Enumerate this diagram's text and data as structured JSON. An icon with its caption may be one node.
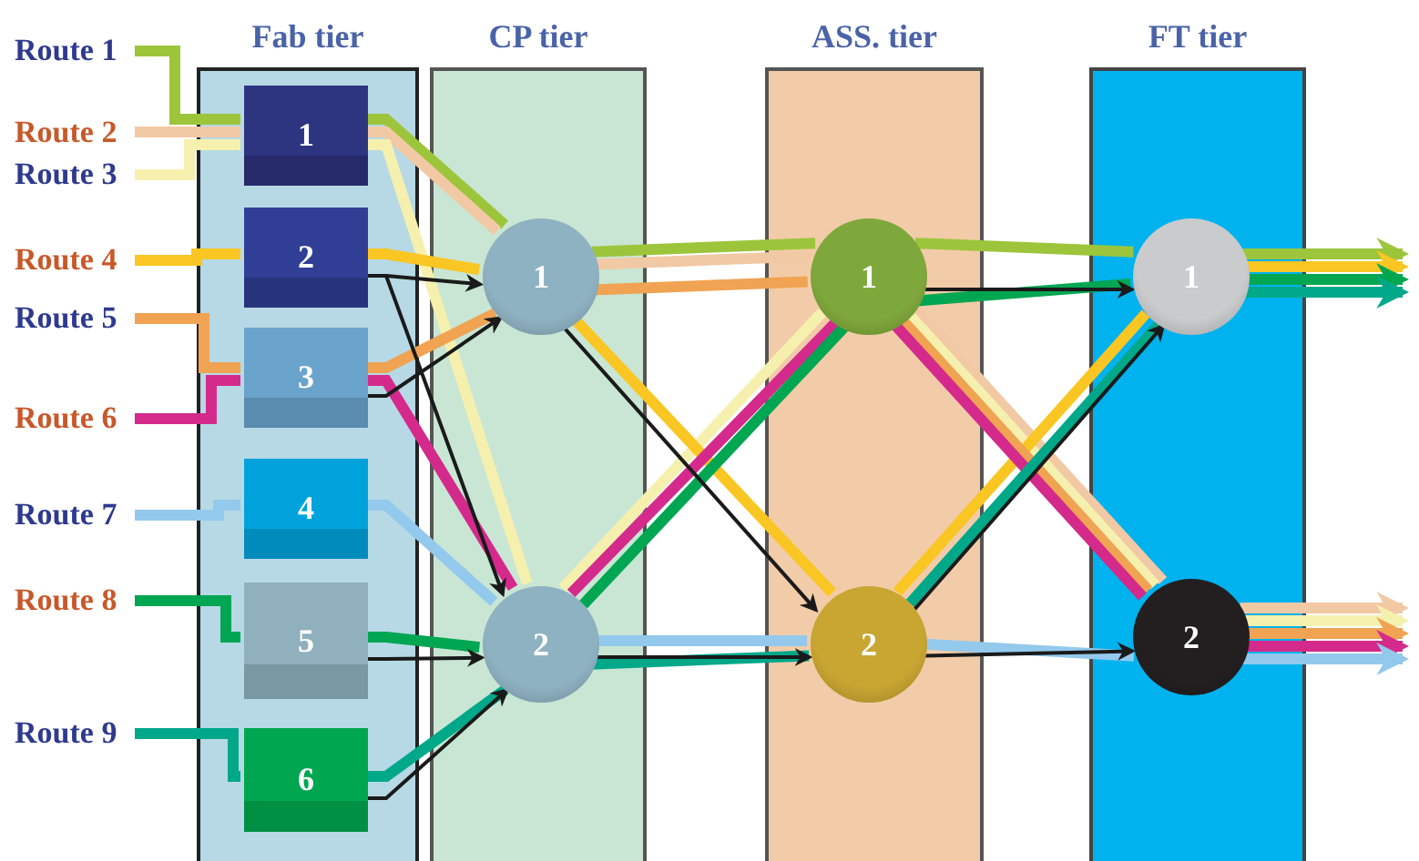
{
  "diagram": {
    "nodes": [
      {
        "text": [
          "Fab tier"
        ]
      },
      {
        "text": [
          "CP tier"
        ]
      },
      {
        "text": [
          "ASS. tier"
        ]
      },
      {
        "text": [
          "FT tier"
        ]
      },
      {
        "text": [
          "1"
        ],
        "in": 0
      },
      {
        "text": [
          "2"
        ],
        "in": 0
      },
      {
        "text": [
          "3"
        ],
        "in": 0
      },
      {
        "text": [
          "4"
        ],
        "in": 0
      },
      {
        "text": [
          "5"
        ],
        "in": 0
      },
      {
        "text": [
          "6"
        ],
        "in": 0
      },
      {
        "text": [
          "1"
        ],
        "in": 1
      },
      {
        "text": [
          "2"
        ],
        "in": 1
      },
      {
        "text": [
          "1"
        ],
        "in": 2
      },
      {
        "text": [
          "2"
        ],
        "in": 2
      },
      {
        "text": [
          "1"
        ],
        "in": 3
      },
      {
        "text": [
          "2"
        ],
        "in": 3
      },
      {
        "text": [
          "Route 1"
        ]
      },
      {
        "text": [
          "Route 2"
        ]
      },
      {
        "text": [
          "Route 3"
        ]
      },
      {
        "text": [
          "Route 4"
        ]
      },
      {
        "text": [
          "Route 5"
        ]
      },
      {
        "text": [
          "Route 6"
        ]
      },
      {
        "text": [
          "Route 7"
        ]
      },
      {
        "text": [
          "Route 8"
        ]
      },
      {
        "text": [
          "Route 9"
        ]
      }
    ],
    "edges": [
      {
        "from": 16,
        "to": 4,
        "arrow": "none",
        "color": "#9dc53b"
      },
      {
        "from": 4,
        "to": 10,
        "arrow": "none",
        "color": "#9dc53b"
      },
      {
        "from": 10,
        "to": 12,
        "arrow": "none",
        "color": "#9dc53b"
      },
      {
        "from": 12,
        "to": 14,
        "arrow": "none",
        "color": "#9dc53b"
      },
      {
        "from": 14,
        "to": null,
        "arrow": "to",
        "color": "#9dc53b"
      },
      {
        "from": 17,
        "to": 4,
        "arrow": "none",
        "color": "#f2c9a5"
      },
      {
        "from": 4,
        "to": 10,
        "arrow": "none",
        "color": "#f2c9a5"
      },
      {
        "from": 10,
        "to": 12,
        "arrow": "none",
        "color": "#f2c9a5"
      },
      {
        "from": 12,
        "to": 15,
        "arrow": "none",
        "color": "#f2c9a5"
      },
      {
        "from": 15,
        "to": null,
        "arrow": "to",
        "color": "#f2c9a5"
      },
      {
        "from": 18,
        "to": 4,
        "arrow": "none",
        "color": "#f6f0ae"
      },
      {
        "from": 4,
        "to": 11,
        "arrow": "none",
        "color": "#f6f0ae"
      },
      {
        "from": 11,
        "to": 12,
        "arrow": "none",
        "color": "#f6f0ae"
      },
      {
        "from": 12,
        "to": 15,
        "arrow": "none",
        "color": "#f6f0ae"
      },
      {
        "from": 15,
        "to": null,
        "arrow": "to",
        "color": "#f6f0ae"
      },
      {
        "from": 19,
        "to": 5,
        "arrow": "none",
        "color": "#f9c623"
      },
      {
        "from": 5,
        "to": 10,
        "arrow": "none",
        "color": "#f9c623"
      },
      {
        "from": 10,
        "to": 13,
        "arrow": "none",
        "color": "#f9c623"
      },
      {
        "from": 13,
        "to": 14,
        "arrow": "none",
        "color": "#f9c623"
      },
      {
        "from": 14,
        "to": null,
        "arrow": "to",
        "color": "#f9c623"
      },
      {
        "from": 20,
        "to": 6,
        "arrow": "none",
        "color": "#f0a352"
      },
      {
        "from": 6,
        "to": 10,
        "arrow": "none",
        "color": "#f0a352"
      },
      {
        "from": 10,
        "to": 12,
        "arrow": "none",
        "color": "#f0a352"
      },
      {
        "from": 12,
        "to": 15,
        "arrow": "none",
        "color": "#f0a352"
      },
      {
        "from": 15,
        "to": null,
        "arrow": "to",
        "color": "#f0a352"
      },
      {
        "from": 21,
        "to": 6,
        "arrow": "none",
        "color": "#d42a8c"
      },
      {
        "from": 6,
        "to": 11,
        "arrow": "none",
        "color": "#d42a8c"
      },
      {
        "from": 11,
        "to": 12,
        "arrow": "none",
        "color": "#d42a8c"
      },
      {
        "from": 12,
        "to": 15,
        "arrow": "none",
        "color": "#d42a8c"
      },
      {
        "from": 15,
        "to": null,
        "arrow": "to",
        "color": "#d42a8c"
      },
      {
        "from": 22,
        "to": 7,
        "arrow": "none",
        "color": "#93c9ec"
      },
      {
        "from": 7,
        "to": 11,
        "arrow": "none",
        "color": "#93c9ec"
      },
      {
        "from": 11,
        "to": 13,
        "arrow": "none",
        "color": "#93c9ec"
      },
      {
        "from": 13,
        "to": 15,
        "arrow": "none",
        "color": "#93c9ec"
      },
      {
        "from": 15,
        "to": null,
        "arrow": "to",
        "color": "#93c9ec"
      },
      {
        "from": 23,
        "to": 8,
        "arrow": "none",
        "color": "#00a651"
      },
      {
        "from": 8,
        "to": 11,
        "arrow": "none",
        "color": "#00a651"
      },
      {
        "from": 11,
        "to": 12,
        "arrow": "none",
        "color": "#00a651"
      },
      {
        "from": 12,
        "to": 14,
        "arrow": "none",
        "color": "#00a651"
      },
      {
        "from": 14,
        "to": null,
        "arrow": "to",
        "color": "#00a651"
      },
      {
        "from": 24,
        "to": 9,
        "arrow": "none",
        "color": "#00a88a"
      },
      {
        "from": 9,
        "to": 11,
        "arrow": "none",
        "color": "#00a88a"
      },
      {
        "from": 11,
        "to": 13,
        "arrow": "none",
        "color": "#00a88a"
      },
      {
        "from": 13,
        "to": 14,
        "arrow": "none",
        "color": "#00a88a"
      },
      {
        "from": 14,
        "to": null,
        "arrow": "to",
        "color": "#00a88a"
      },
      {
        "from": 5,
        "to": 10,
        "arrow": "to"
      },
      {
        "from": 6,
        "to": 10,
        "arrow": "to"
      },
      {
        "from": 5,
        "to": 11,
        "arrow": "to"
      },
      {
        "from": 8,
        "to": 11,
        "arrow": "to"
      },
      {
        "from": 9,
        "to": 11,
        "arrow": "to"
      },
      {
        "from": 10,
        "to": 13,
        "arrow": "to"
      },
      {
        "from": 11,
        "to": 13,
        "arrow": "to"
      },
      {
        "from": 12,
        "to": 14,
        "arrow": "to"
      },
      {
        "from": 13,
        "to": 14,
        "arrow": "to"
      },
      {
        "from": 13,
        "to": 15,
        "arrow": "to"
      }
    ]
  }
}
